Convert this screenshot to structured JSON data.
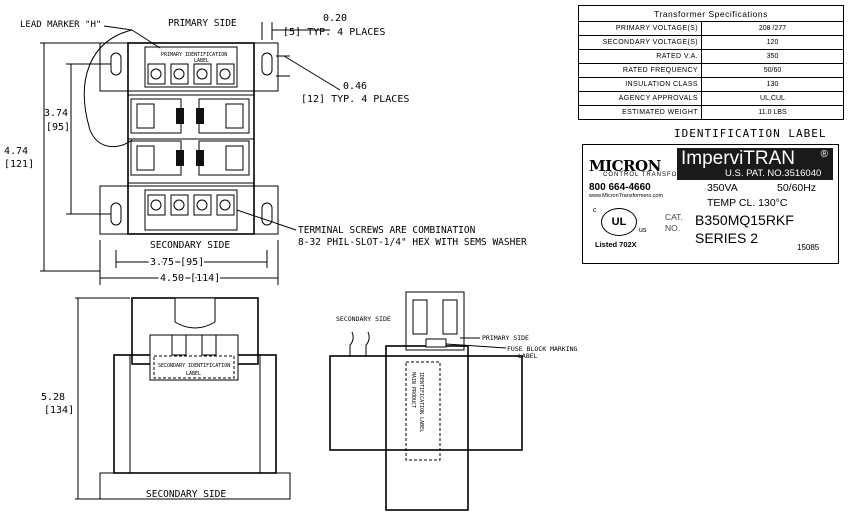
{
  "drawing": {
    "lead_marker": "LEAD MARKER \"H\"",
    "primary_side_top": "PRIMARY SIDE",
    "dim_020": "0.20",
    "dim_5_typ": "[5] TYP. 4 PLACES",
    "dim_046": "0.46",
    "dim_12_typ": "[12] TYP. 4 PLACES",
    "dim_374": "3.74",
    "dim_95_mm": "[95]",
    "dim_474": "4.74",
    "dim_121_mm": "[121]",
    "primary_id_label": "PRIMARY IDENTIFICATION",
    "label_word": "LABEL",
    "terminal_note_1": "TERMINAL SCREWS ARE COMBINATION",
    "terminal_note_2": "8-32 PHIL-SLOT-1/4\" HEX WITH SEMS WASHER",
    "secondary_side_top": "SECONDARY SIDE",
    "dim_375": "3.75 [95]",
    "dim_450": "4.50 [114]",
    "dim_528": "5.28",
    "dim_134_mm": "[134]",
    "secondary_id_label": "SECONDARY IDENTIFICATION",
    "secondary_side_front": "SECONDARY SIDE",
    "secondary_side_sideview": "SECONDARY SIDE",
    "primary_side_sideview": "PRIMARY SIDE",
    "fuse_block_label_1": "FUSE BLOCK MARKING",
    "fuse_block_label_2": "LABEL",
    "main_product_label_1": "MAIN PRODUCT",
    "main_product_label_2": "IDENTIFICATION LABEL"
  },
  "spec_table": {
    "title": "Transformer Specifications",
    "rows": [
      {
        "key": "PRIMARY VOLTAGE(S)",
        "value": "208 /277"
      },
      {
        "key": "SECONDARY VOLTAGE(S)",
        "value": "120"
      },
      {
        "key": "RATED V.A.",
        "value": "350"
      },
      {
        "key": "RATED FREQUENCY",
        "value": "50/60"
      },
      {
        "key": "INSULATION CLASS",
        "value": "130"
      },
      {
        "key": "AGENCY APPROVALS",
        "value": "UL,CUL"
      },
      {
        "key": "ESTIMATED WEIGHT",
        "value": "11.0 LBS"
      }
    ]
  },
  "id_label": {
    "title": "IDENTIFICATION LABEL",
    "brand": "MICRON",
    "brand_sub": "CONTROL TRANSFORMERS",
    "phone": "800 664-4660",
    "web": "www.MicronTransformers.com",
    "product": "ImperviTRAN",
    "registered": "®",
    "patent": "U.S. PAT. NO.3516040",
    "va": "350VA",
    "hz": "50/60Hz",
    "temp": "TEMP CL. 130°C",
    "cat_label": "CAT.",
    "no_label": "NO.",
    "catalog_number": "B350MQ15RKF",
    "series": "SERIES 2",
    "serial": "15085",
    "ul_mark": "UL",
    "ul_c": "c",
    "ul_us": "us",
    "listed": "Listed 702X"
  }
}
